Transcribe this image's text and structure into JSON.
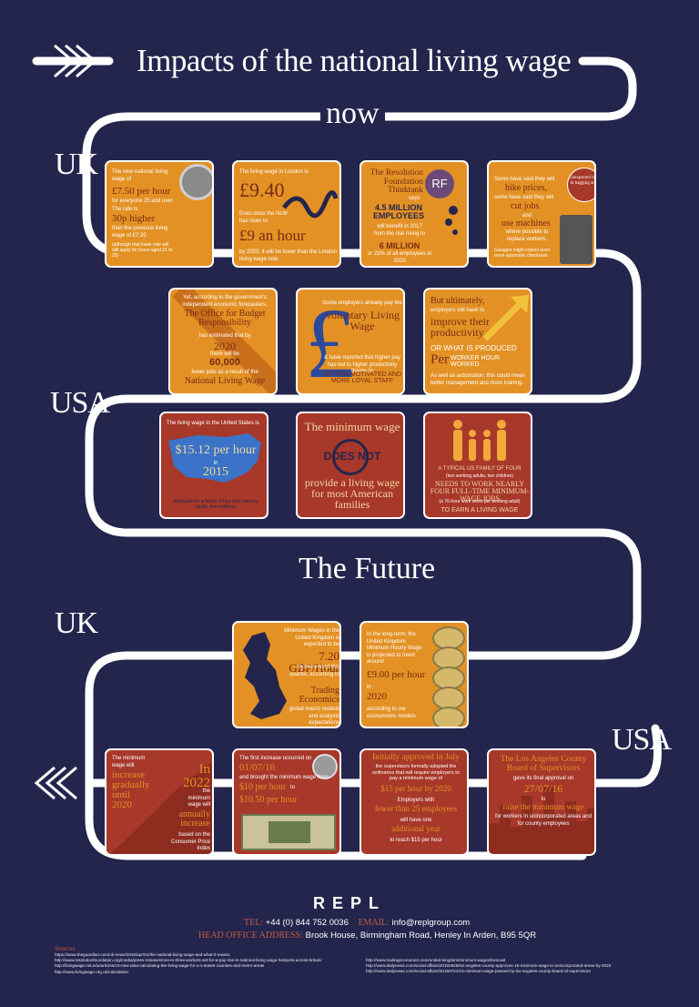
{
  "title": "Impacts of the national living wage",
  "sections": {
    "now": "now",
    "future": "The Future"
  },
  "regions": {
    "uk1": "UK",
    "usa1": "USA",
    "uk2": "UK",
    "usa2": "USA"
  },
  "cards": {
    "uk_rate": {
      "l1": "The new national living wage of",
      "big1": "£7.50 per hour",
      "l2": "for everyone 25 and over",
      "l3": "The rate is",
      "big2": "30p higher",
      "l4": "than the previous living wage of £7.20",
      "l5": "(although that lower rate will still apply for those aged 21 to 25)"
    },
    "london": {
      "l1": "The living wage in London is",
      "big1": "£9.40",
      "l2": "Even once the NLW has risen to",
      "big2": "£9 an hour",
      "l3": "by 2020, it will be lower than the London living wage now"
    },
    "resolution": {
      "h1": "The Resolution Foundation Thinktank",
      "l1": "says",
      "big1": "4.5 MILLION EMPLOYEES",
      "l2": "will benefit in 2017 from the rise rising to",
      "big2": "6 MILLION",
      "l3": "or 23% of all employees in 2020",
      "logo": "RF"
    },
    "prices": {
      "l1": "Some have said they will",
      "big1": "hike prices,",
      "l2": "some have said they will",
      "big2": "cut jobs",
      "l3": "and",
      "big3": "use machines",
      "l4": "where possible to replace workers.",
      "l5": "Garages might expect even more automatic checkouts",
      "badge": "Unexpected item in bagging area"
    },
    "obr": {
      "l1": "Yet, according to the government's independent economic forecasters,",
      "big1": "The Office for Budget Responsibility",
      "l2": "has estimated that by",
      "big2": "2020",
      "l3": "there will be",
      "big3": "60,000",
      "l4": "fewer jobs as a result of the",
      "big4": "National Living Wage"
    },
    "voluntary": {
      "l1": "Some employers already pay the",
      "big1": "Voluntary Living Wage",
      "l2": "& have reported that higher pay has led to higher productivity thanks to",
      "big2": "BETTER-MOTIVATED AND MORE LOYAL STAFF"
    },
    "productivity": {
      "big1": "But ultimately,",
      "l1": "employers will have to",
      "big2": "improve their productivity",
      "big3": "OR WHAT IS PRODUCED",
      "big4": "Per",
      "big5": "WORKER HOUR WORKED.",
      "l2": "As well as automation, this could mean better management and more training."
    },
    "us_wage": {
      "l1": "The living wage in the United States is",
      "big1": "$15.12 per hour",
      "l2": "in",
      "big2": "2015",
      "l3": "Adequate for a family of four (two working adults, two children)"
    },
    "min_wage": {
      "big1": "The minimum wage",
      "badge": "DOES NOT",
      "big2": "provide a living wage for most American families"
    },
    "family": {
      "big1": "A TYPICAL US FAMILY OF FOUR",
      "l1": "(two working adults, two children)",
      "big2": "NEEDS TO WORK NEARLY FOUR FULL-TIME MINIMUM-WAGE JOBS",
      "l2": "(a 76-hour work week per working adult)",
      "big3": "TO EARN A LIVING WAGE"
    },
    "uk_future": {
      "l1": "Minimum Wages in the United Kingdom is expected to be",
      "big1": "7.20 GBP/Hour",
      "l2": "by the end of this quarter, according to",
      "big2": "Trading Economics",
      "l3": "global macro models and analysts expectations"
    },
    "uk_long": {
      "l1": "In the long-term, the United Kingdom Minimum Hourly Wage is projected to trend around",
      "big1": "£9.00 per hour",
      "l2": "in",
      "big2": "2020",
      "l3": "according to our econometric models"
    },
    "gradual": {
      "l1": "The minimum wage will",
      "big1": "increase gradually until 2020",
      "big2": "In 2022",
      "l2": "the minimum wage will",
      "big3": "annually increase",
      "l3": "based on the Consumer Price Index"
    },
    "first_increase": {
      "l1": "The first increase occurred on",
      "big1": "01/07/16",
      "l2": "and brought the minimum wage from",
      "big2": "$10 per hour",
      "l3": "to",
      "big3": "$10.50 per hour"
    },
    "july": {
      "big1": "Initially approved in July",
      "l1": "the supervisors formally adopted the ordinance that will require employers to pay a minimum wage of",
      "big2": "$15 per hour by 2020",
      "l2": "Employers with",
      "big3": "fewer than 25 employees",
      "l3": "will have one",
      "big4": "additional year",
      "l4": "to reach $15 per hour"
    },
    "la": {
      "big1": "The Los Angeles County Board of Supervisors",
      "l1": "gave its final approval on",
      "big2": "27/07/16",
      "l2": "to",
      "big3": "raise the minimum wage",
      "l3": "for workers in unincorporated areas and for county employees"
    }
  },
  "footer": {
    "logo": "REPL",
    "tel_label": "TEL:",
    "tel": "+44 (0) 844 752 0036",
    "email_label": "EMAIL:",
    "email": "info@replgroup.com",
    "address_label": "HEAD OFFICE ADDRESS:",
    "address": "Brook House, Birmingham Road, Henley In Arden, B95 5QR",
    "sources_label": "Sources",
    "sources_left": [
      "https://www.theguardian.com/uk-news/2016/apr/01/the-national-living-wage-and-what-it-means",
      "http://www.resolutionfoundation.org/media/press-releases/one-in-three-workers-set-for-a-pay-rise-in-national-living-wage-hotspots-across-britain/",
      "http://livingwage.mit.edu/articles/19-new-data-calculating-the-living-wage-for-u-s-states-counties-and-metro-areas",
      "http://www.livingwage.org.uk/calculation"
    ],
    "sources_right": [
      "http://www.tradingeconomics.com/united-kingdom/minimum-wages/forecast",
      "http://www.dailynews.com/social-affairs/20150929/los-angeles-county-approves-15-minimum-wage-in-unincorporated-areas-by-2020",
      "http://www.dailynews.com/social-affairs/20150721/15-minimum-wage-passed-by-los-angeles-county-board-of-supervisors"
    ]
  },
  "colors": {
    "background": "#24254d",
    "orange": "#e39124",
    "red": "#a8382a",
    "accent": "#c25a3f"
  }
}
